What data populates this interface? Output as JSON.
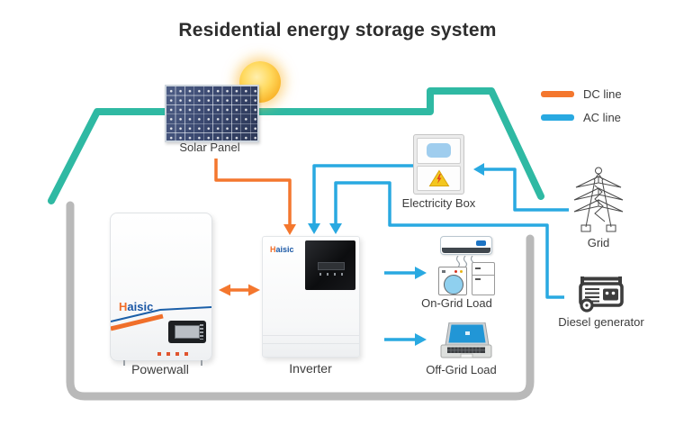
{
  "title": "Residential energy storage system",
  "colors": {
    "dc_line": "#F4772E",
    "ac_line": "#29A9E1",
    "roof_line": "#2FB9A3",
    "wall_line": "#B9B9B9",
    "brand_blue": "#1A57A5",
    "warning_yellow": "#F3C71F"
  },
  "legend": {
    "items": [
      {
        "label": "DC line",
        "color": "#F4772E"
      },
      {
        "label": "AC line",
        "color": "#29A9E1"
      }
    ]
  },
  "components": {
    "solar_panel": {
      "label": "Solar Panel"
    },
    "powerwall": {
      "label": "Powerwall",
      "brand": "Haisic"
    },
    "inverter": {
      "label": "Inverter",
      "brand": "Haisic"
    },
    "electricity_box": {
      "label": "Electricity Box"
    },
    "grid": {
      "label": "Grid"
    },
    "diesel_generator": {
      "label": "Diesel generator"
    },
    "on_grid_load": {
      "label": "On-Grid Load"
    },
    "off_grid_load": {
      "label": "Off-Grid Load"
    }
  }
}
